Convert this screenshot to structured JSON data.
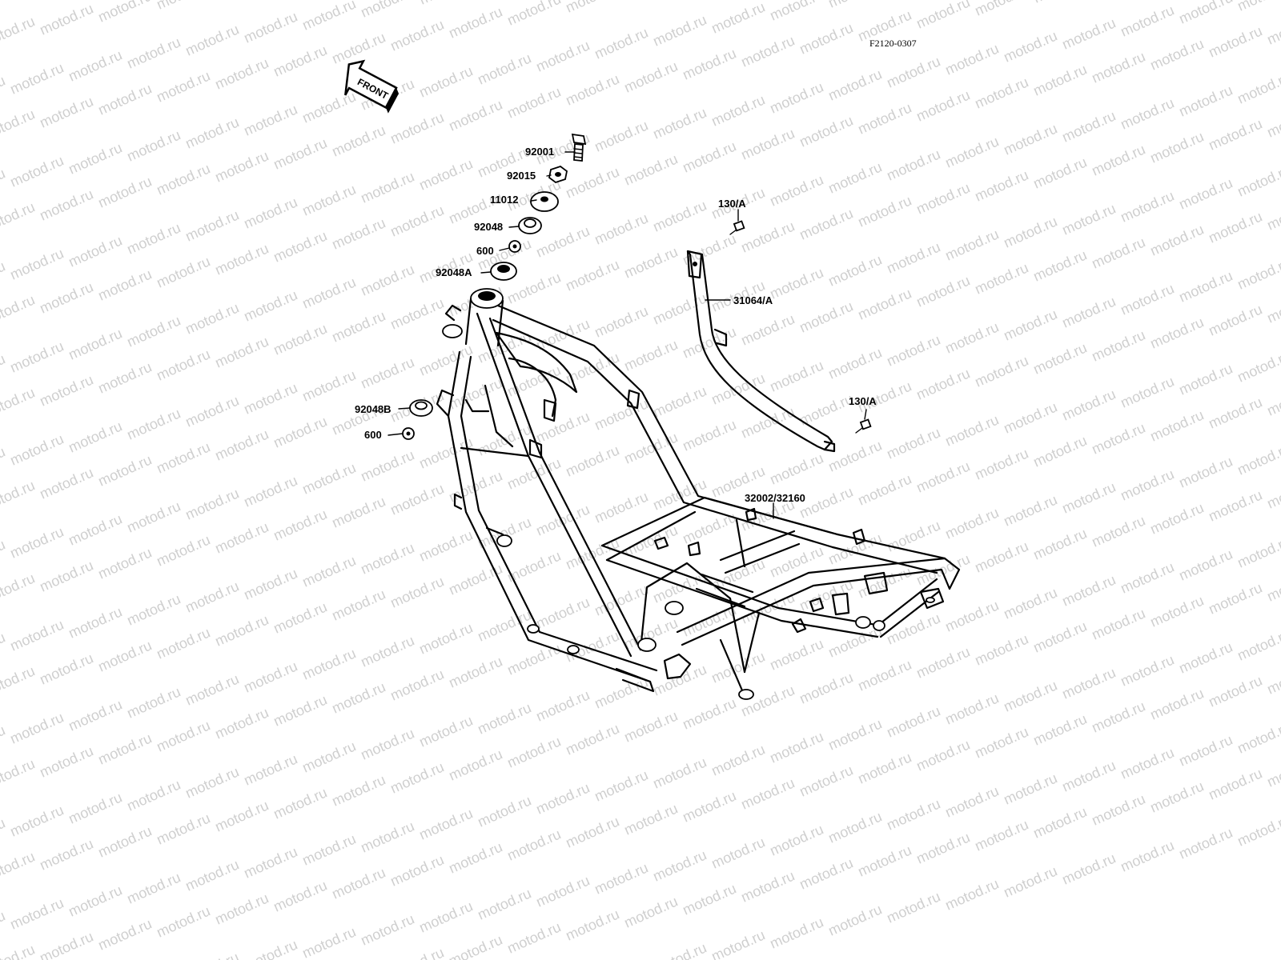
{
  "drawing_code": "F2120-0307",
  "front_marker": "FRONT",
  "watermark": "motod.ru",
  "callouts": {
    "c92001": "92001",
    "c92015": "92015",
    "c11012": "11012",
    "c92048": "92048",
    "c600a": "600",
    "c92048A": "92048A",
    "c92048B": "92048B",
    "c600b": "600",
    "c130A_top": "130/A",
    "c31064A": "31064/A",
    "c130A_bottom": "130/A",
    "c32002": "32002/32160"
  }
}
